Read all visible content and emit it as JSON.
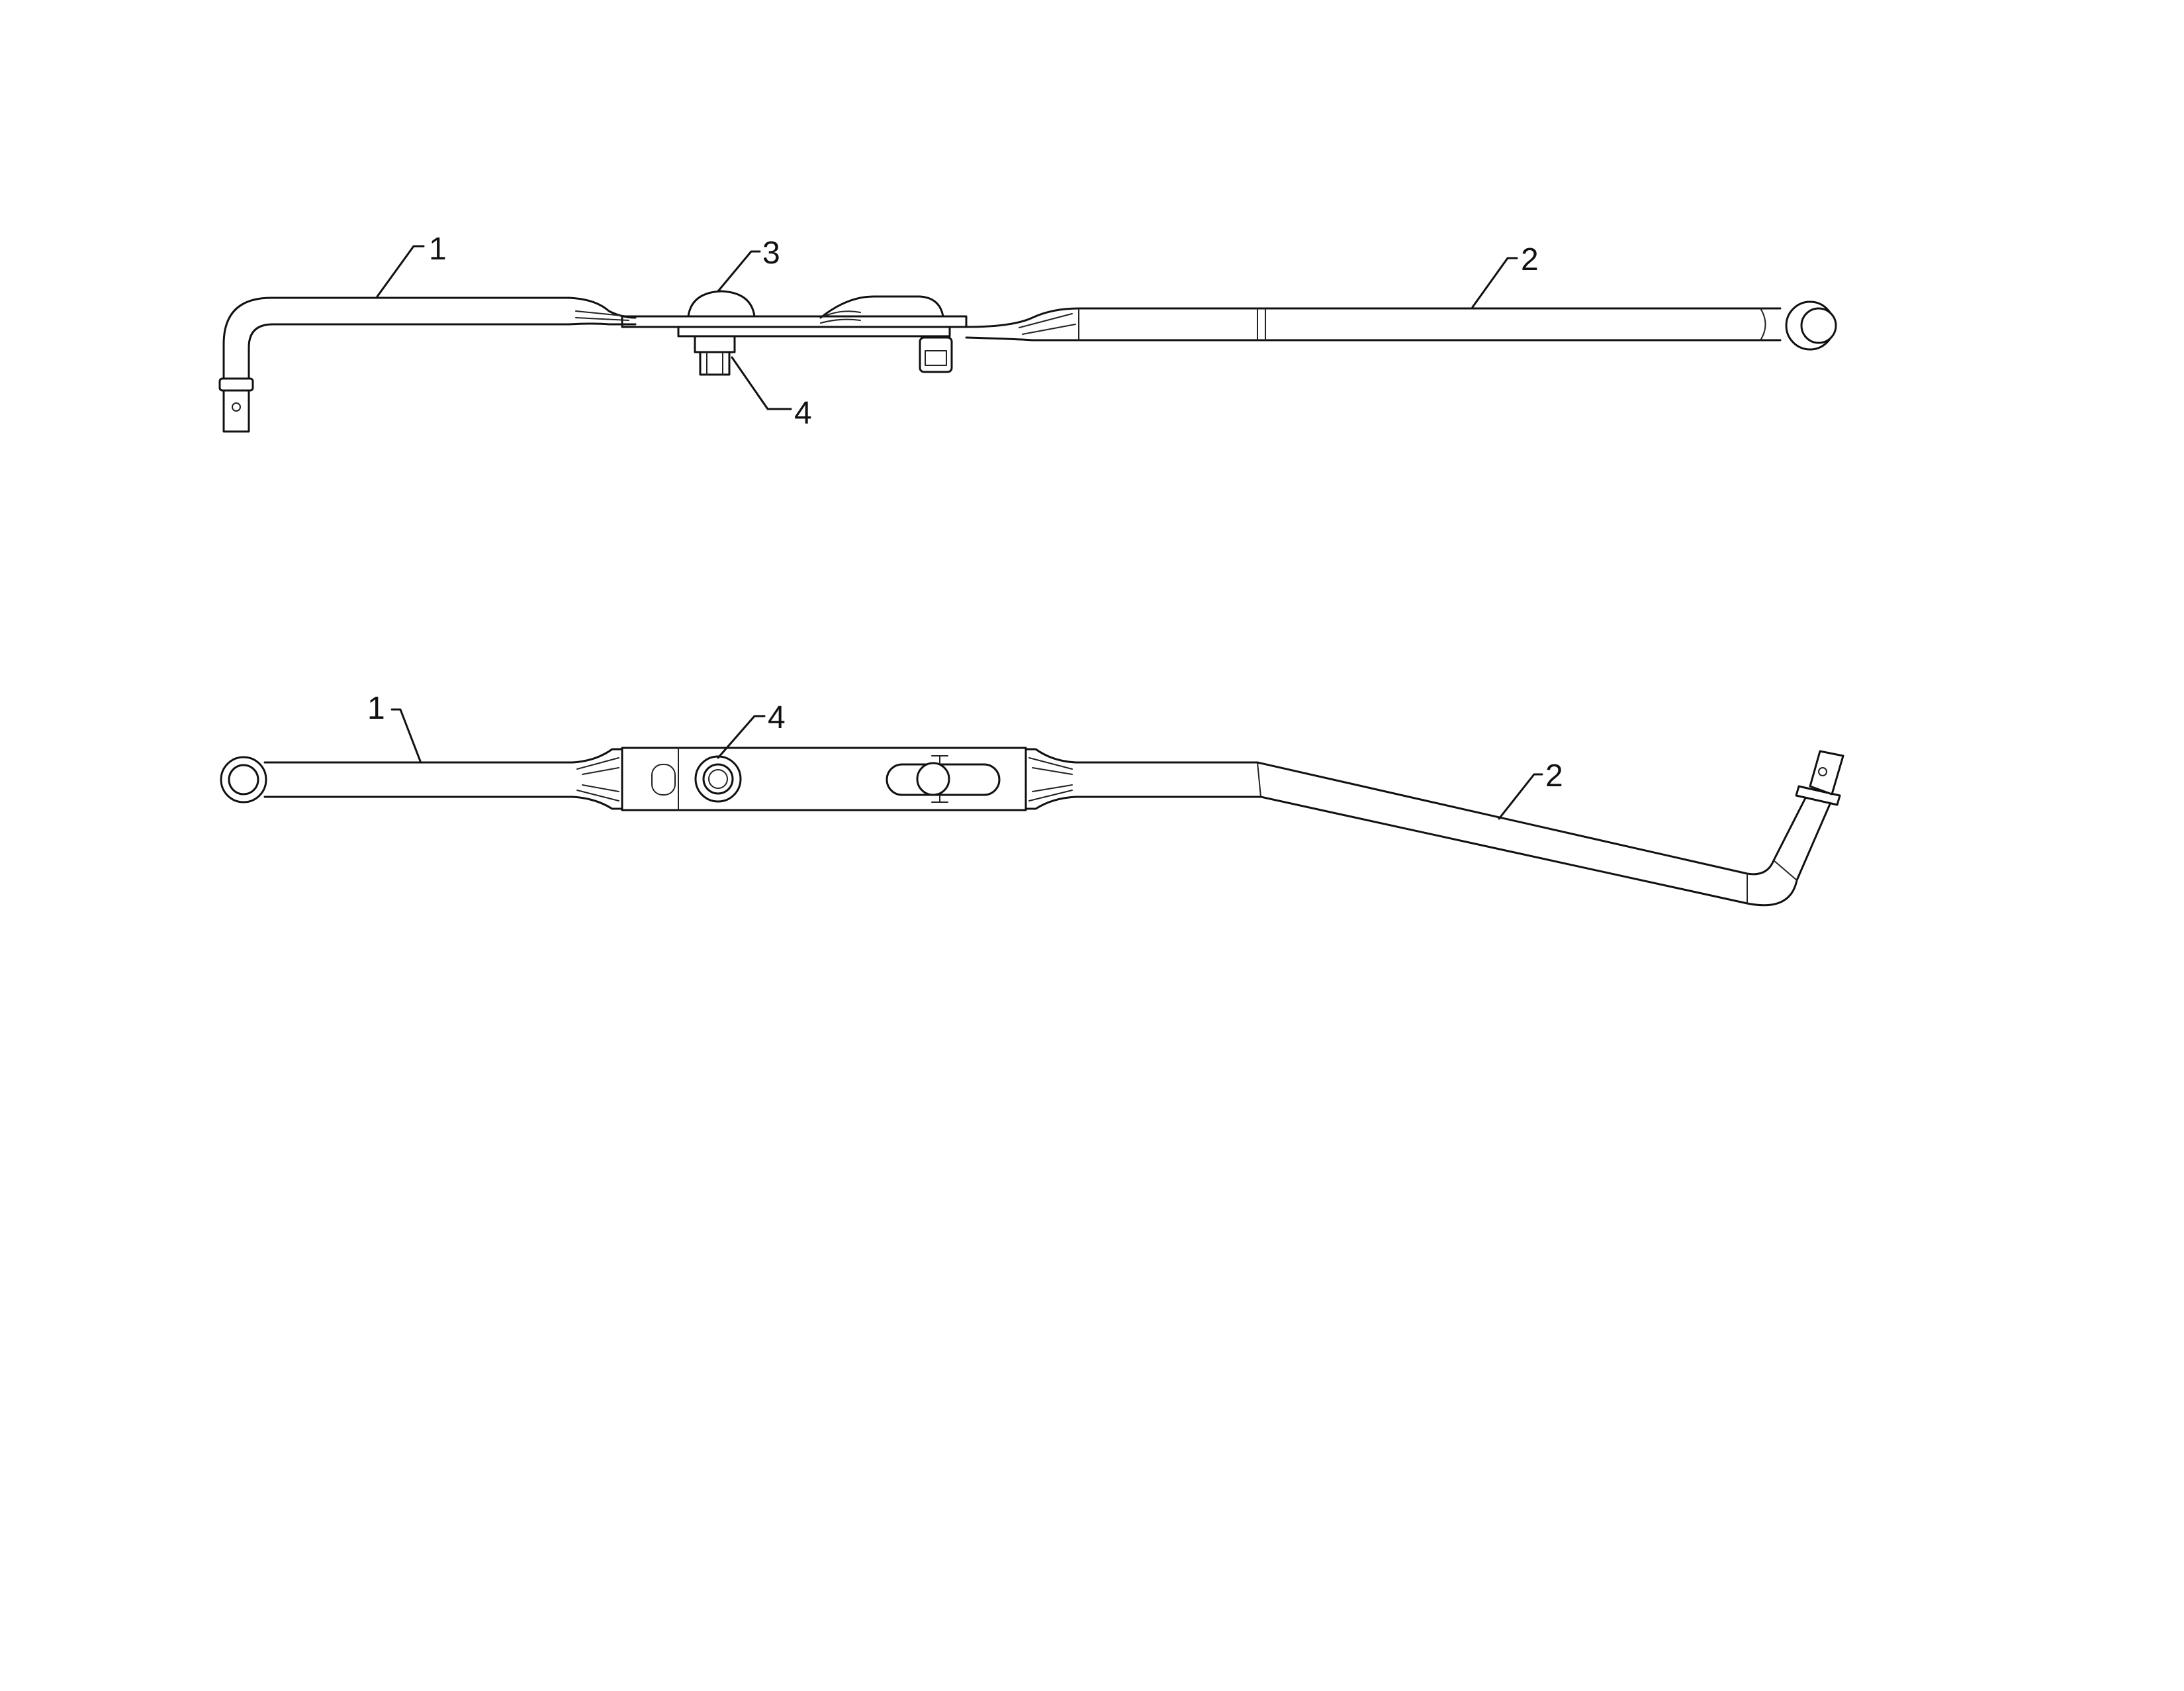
{
  "figure": {
    "views": [
      {
        "name": "side-view",
        "callouts": [
          {
            "id": "1",
            "label": "1"
          },
          {
            "id": "2",
            "label": "2"
          },
          {
            "id": "3",
            "label": "3"
          },
          {
            "id": "4",
            "label": "4"
          }
        ]
      },
      {
        "name": "top-view",
        "callouts": [
          {
            "id": "1",
            "label": "1"
          },
          {
            "id": "4",
            "label": "4"
          },
          {
            "id": "2",
            "label": "2"
          }
        ]
      }
    ]
  }
}
